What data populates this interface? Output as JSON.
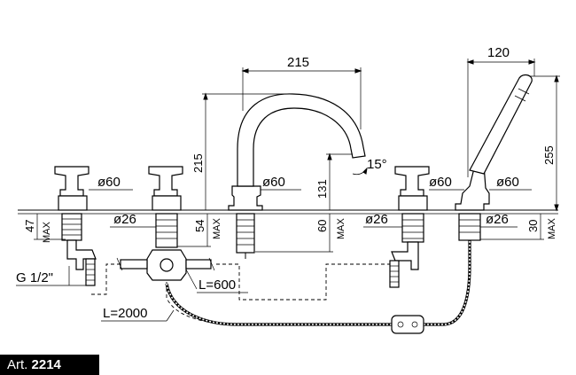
{
  "dimensions": {
    "spout_reach": "215",
    "spout_height": "215",
    "spout_tilt": "15°",
    "spout_max_height": "131",
    "hand_shower_reach": "120",
    "hand_shower_height": "255",
    "handle_dia_left": "ø60",
    "handle_dia_spout": "ø60",
    "handle_dia_right": "ø60",
    "handle_dia_shower": "ø60",
    "hole_dia_left": "ø26",
    "hole_dia_right": "ø26",
    "hole_dia_shower": "ø26",
    "deck_max_left": "47",
    "deck_max_diverter": "54",
    "deck_max_spout": "60",
    "deck_max_shower": "30",
    "max_label": "MAX",
    "connection": "G 1/2\"",
    "hose_short": "L=600",
    "hose_long": "L=2000"
  },
  "article": {
    "prefix": "Art.",
    "number": "2214"
  }
}
